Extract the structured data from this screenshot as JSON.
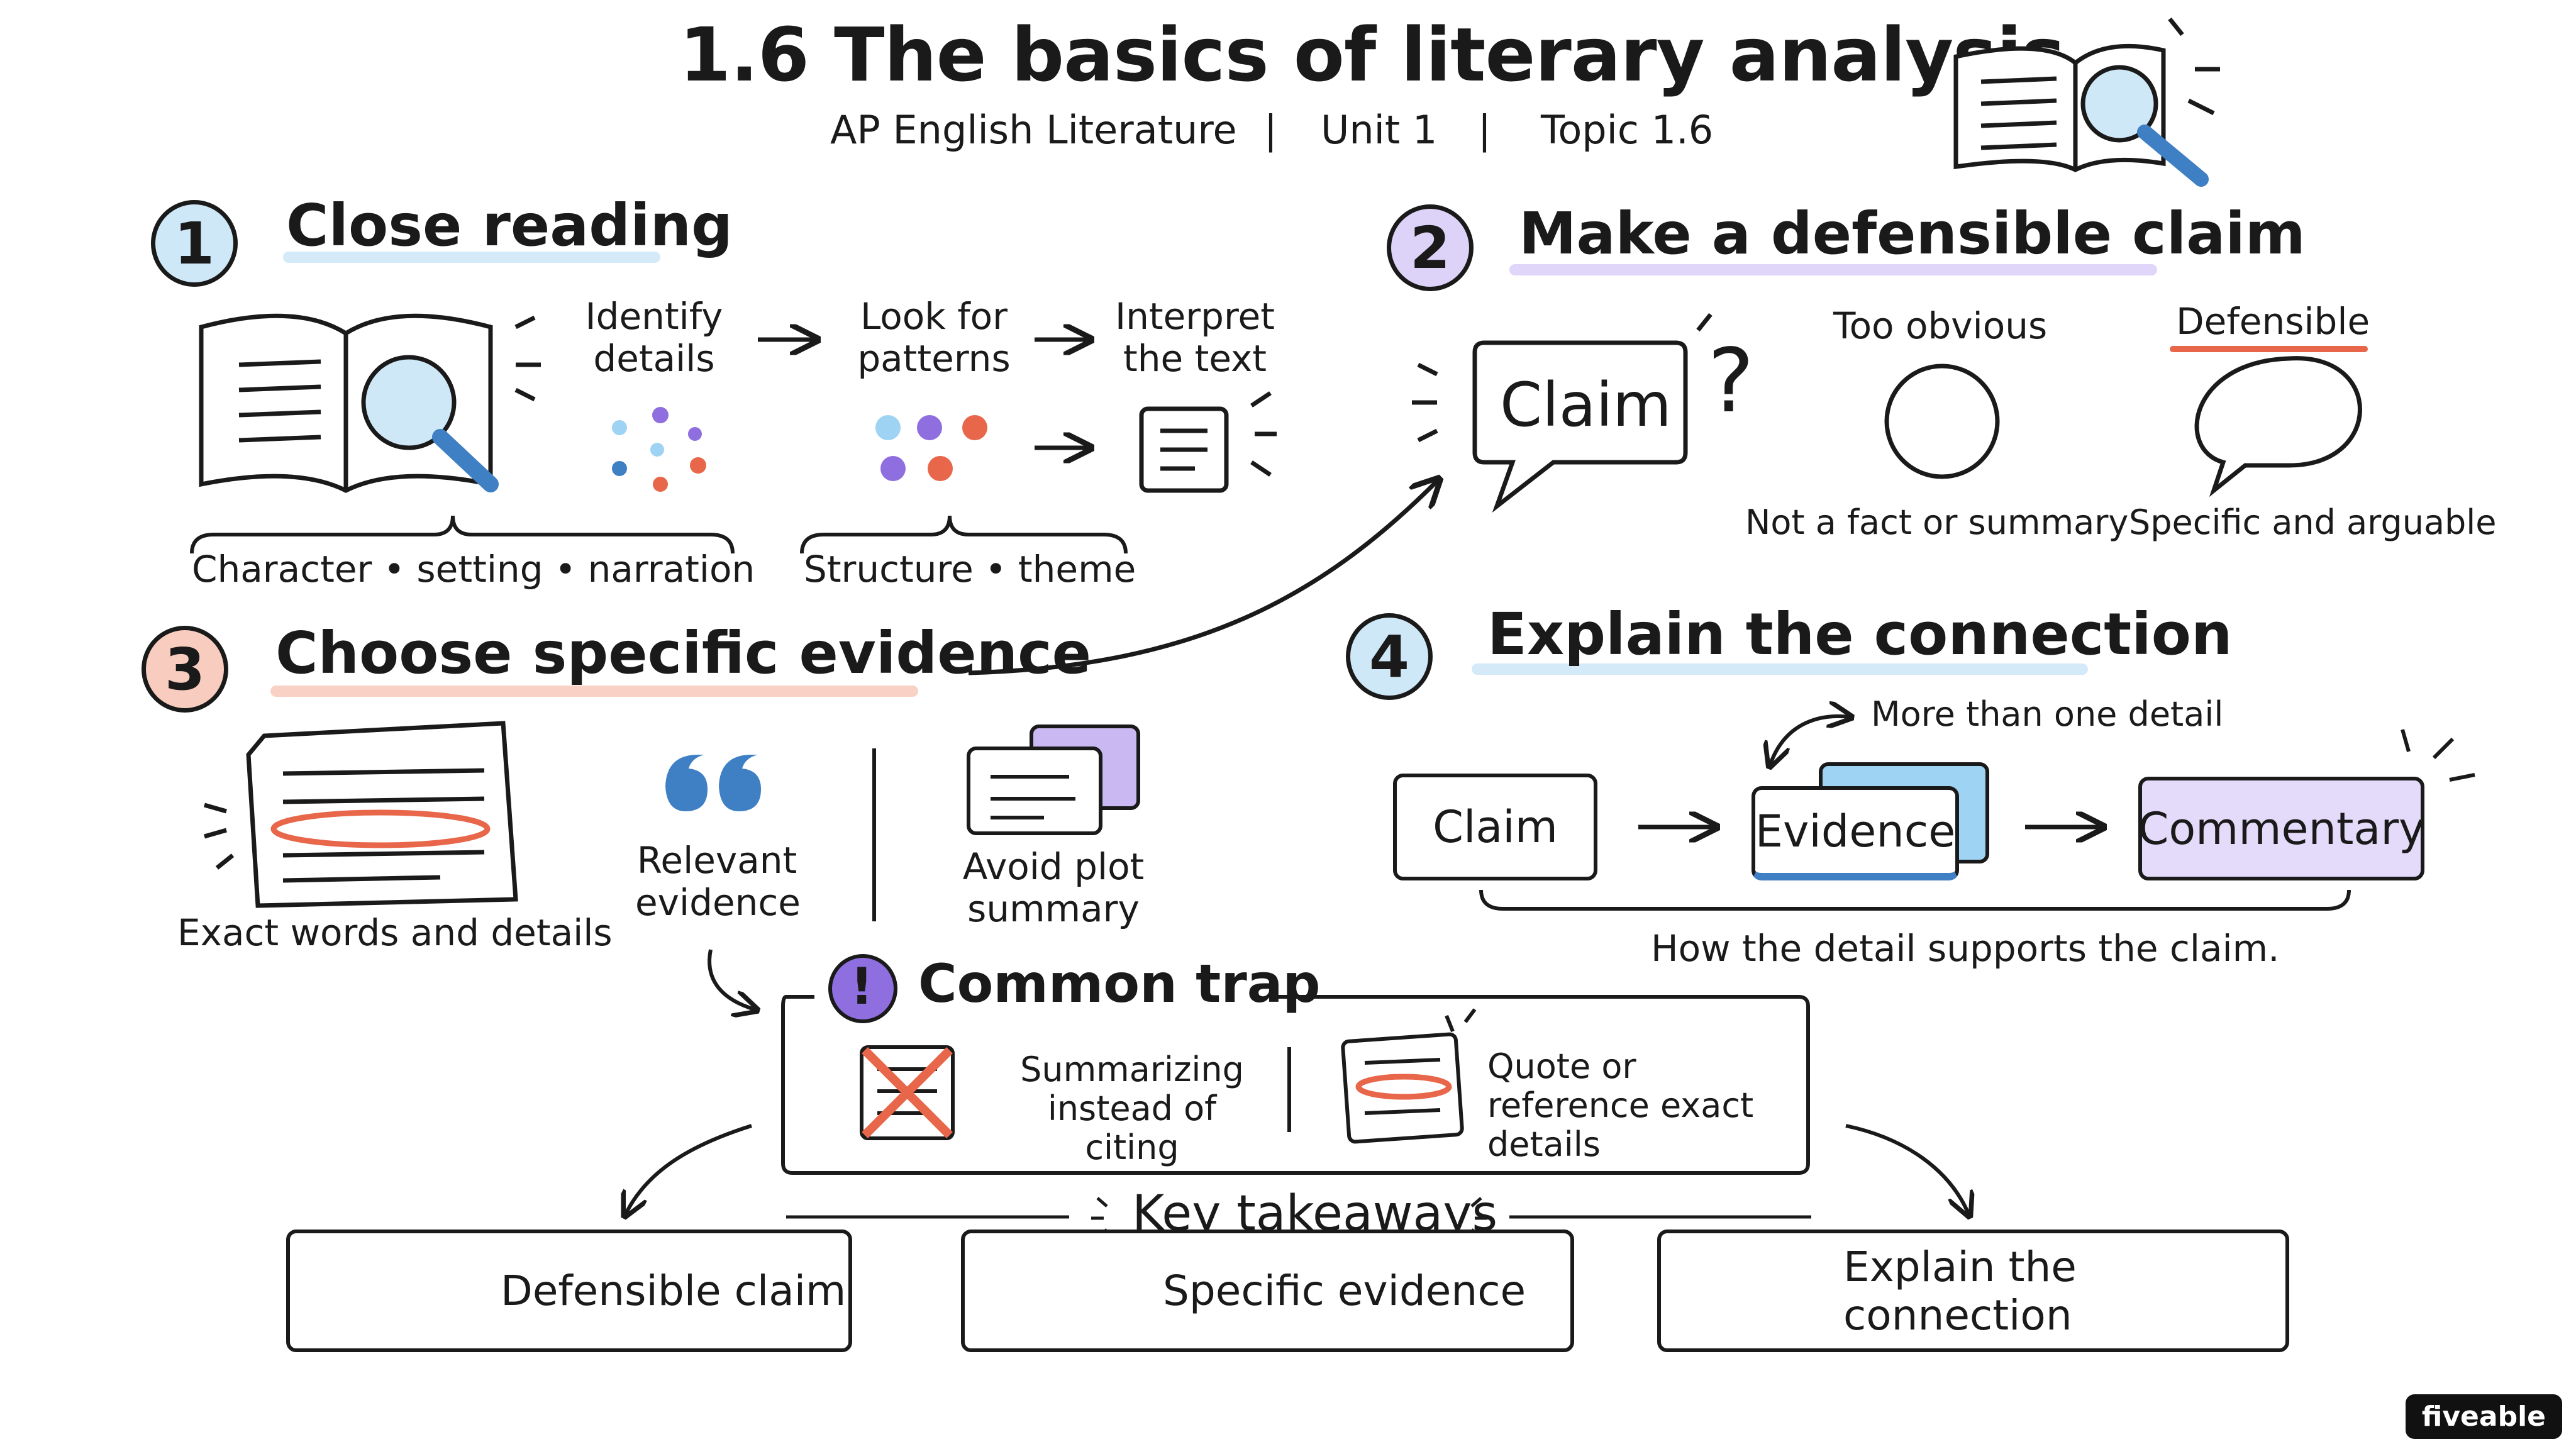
{
  "title": "1.6 The basics of literary analysis",
  "subtitle": {
    "course": "AP English Literature",
    "sep": "|",
    "unit": "Unit 1",
    "topic": "Topic 1.6"
  },
  "colors": {
    "blue": "#9fd3f3",
    "purple": "#c9b8f2",
    "red": "#f2a08a",
    "accent_red": "#e8664a",
    "accent_blue": "#3f7fc4",
    "accent_purple": "#8f6ee0"
  },
  "section1": {
    "number": "1",
    "title": "Close reading",
    "steps": [
      "Identify details",
      "Look for patterns",
      "Interpret the text"
    ],
    "brace_left": "Character • setting • narration",
    "brace_right": "Structure • theme",
    "icons": [
      "open-book-magnifier-icon",
      "dots-icon",
      "document-icon"
    ]
  },
  "section2": {
    "number": "2",
    "title": "Make a defensible claim",
    "claim": "Claim",
    "question": "?",
    "obvious_label": "Too obvious",
    "obvious_caption": "Not a fact or summary",
    "defensible_label": "Defensible",
    "defensible_caption": "Specific and arguable"
  },
  "section3": {
    "number": "3",
    "title": "Choose specific evidence",
    "items": [
      "Exact words and details",
      "Relevant evidence",
      "Avoid plot summary"
    ]
  },
  "section4": {
    "number": "4",
    "title": "Explain the connection",
    "loop_label": "More than one detail",
    "flow": [
      "Claim",
      "Evidence",
      "Commentary"
    ],
    "caption": "How the detail supports the claim."
  },
  "trap": {
    "icon": "!",
    "title": "Common trap",
    "bad": "Summarizing instead of citing",
    "good": "Quote or reference exact details"
  },
  "takeaways": {
    "title": "Key takeaways",
    "items": [
      {
        "label": "Defensible claim",
        "icon": "lightbulb-icon"
      },
      {
        "label": "Specific evidence",
        "icon": "magnifier-icon"
      },
      {
        "label": "Explain the connection",
        "icon": "target-icon"
      }
    ]
  },
  "brand": "fiveable"
}
